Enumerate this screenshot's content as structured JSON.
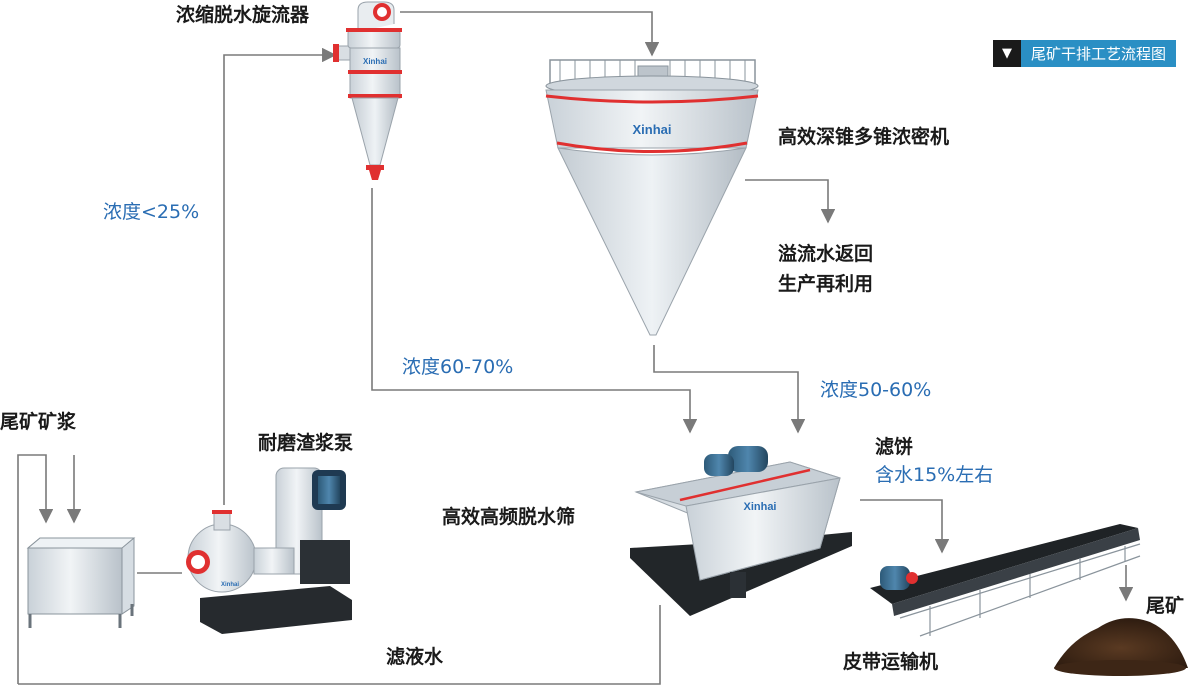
{
  "labels": {
    "cyclone": "浓缩脱水旋流器",
    "thickener": "高效深锥多锥浓密机",
    "overflow_1": "溢流水返回",
    "overflow_2": "生产再利用",
    "slurry": "尾矿矿浆",
    "pump": "耐磨渣浆泵",
    "screen": "高效高频脱水筛",
    "filter_cake": "滤饼",
    "moisture": "含水15%左右",
    "conveyor": "皮带运输机",
    "tailings": "尾矿",
    "filtrate": "滤液水",
    "conc_lt25": "浓度<25%",
    "conc_60_70": "浓度60-70%",
    "conc_50_60": "浓度50-60%"
  },
  "badge": {
    "icon": "triangle-down-icon",
    "text": "尾矿干排工艺流程图"
  },
  "brand": "Xinhai",
  "colors": {
    "flow_line": "#7a7a7a",
    "equipment": "#dfe5ea",
    "accent_red": "#e03030",
    "blue_text": "#2a6db3",
    "badge_bg": "#2a8fc4",
    "dark": "#1a1a1a"
  }
}
